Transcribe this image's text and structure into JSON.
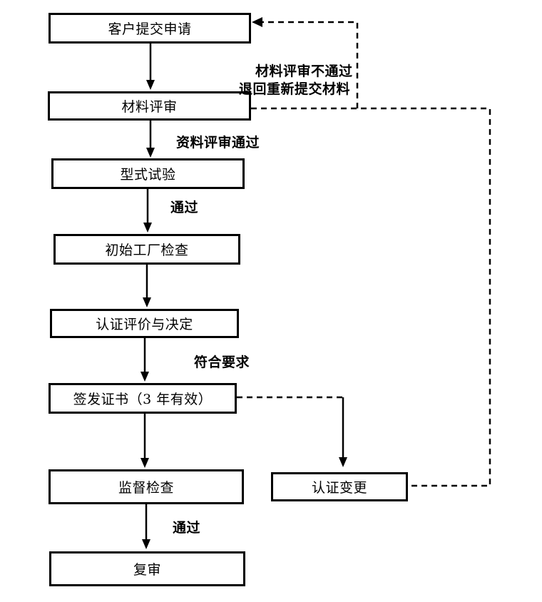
{
  "page": {
    "background": "#ffffff",
    "ink": "#000000"
  },
  "flowchart": {
    "boxes": [
      {
        "id": "customer-application",
        "label": "客户提交申请"
      },
      {
        "id": "material-review",
        "label": "材料评审"
      },
      {
        "id": "type-test",
        "label": "型式试验"
      },
      {
        "id": "initial-factory-inspection",
        "label": "初始工厂检查"
      },
      {
        "id": "evaluation-and-decision",
        "label": "认证评价与决定"
      },
      {
        "id": "issue-certificate",
        "label": "签发证书（3 年有效）"
      },
      {
        "id": "supervision-inspection",
        "label": "监督检查"
      },
      {
        "id": "re-review",
        "label": "复审"
      },
      {
        "id": "certification-change",
        "label": "认证变更"
      }
    ],
    "edge_labels": {
      "fail_line1": "材料评审不通过",
      "fail_line2": "退回重新提交材料",
      "material_pass": "资料评审通过",
      "type_test_pass": "通过",
      "meets_requirements": "符合要求",
      "supervision_pass": "通过"
    }
  }
}
